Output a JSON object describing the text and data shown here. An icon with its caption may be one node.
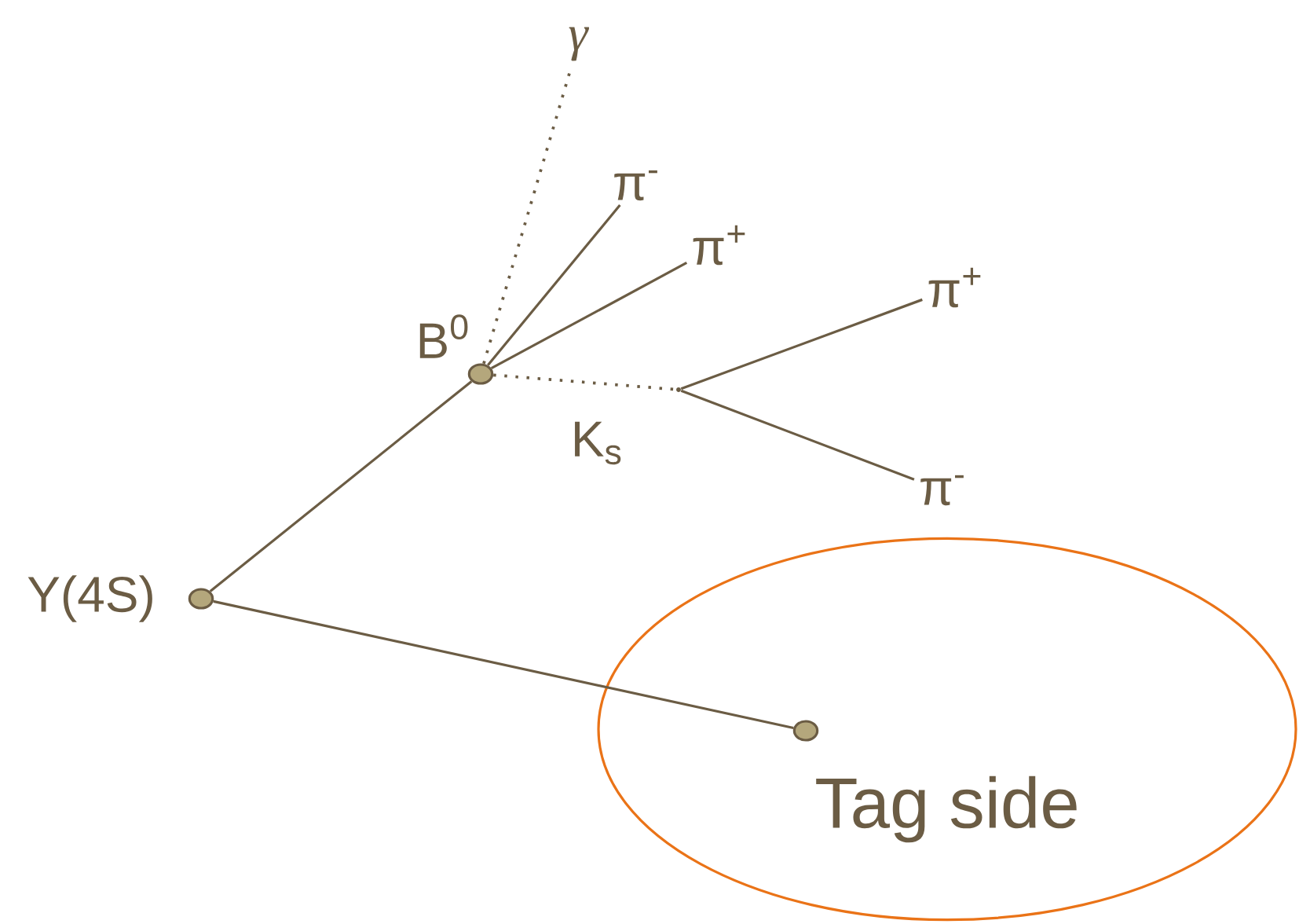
{
  "diagram": {
    "nodes": [
      {
        "text": [],
        "shape": "circle",
        "beside": [
          "Y(4S)"
        ]
      },
      {
        "text": [],
        "shape": "circle",
        "beside": [
          "B$^{0}$"
        ]
      },
      {
        "text": [
          "Tag side"
        ]
      },
      {
        "text": [],
        "shape": "circle",
        "in": 2
      },
      {
        "text": [],
        "shape": "point"
      },
      {
        "text": [
          "γ"
        ]
      },
      {
        "text": [
          "π$^{-}$"
        ]
      },
      {
        "text": [
          "π$^{+}$"
        ]
      },
      {
        "text": [
          "π$^{+}$"
        ]
      },
      {
        "text": [
          "π$^{-}$"
        ]
      }
    ],
    "edges": [
      {
        "from": 0,
        "to": 1,
        "arrow": "none"
      },
      {
        "from": 0,
        "to": 3,
        "arrow": "none"
      },
      {
        "from": 1,
        "to": 5,
        "arrow": "none",
        "style": "dashed"
      },
      {
        "from": 1,
        "to": 6,
        "arrow": "none"
      },
      {
        "from": 1,
        "to": 7,
        "arrow": "none"
      },
      {
        "from": 1,
        "to": 4,
        "arrow": "none",
        "style": "dashed",
        "label": "K$_{s}$"
      },
      {
        "from": 4,
        "to": 8,
        "arrow": "none"
      },
      {
        "from": 4,
        "to": 9,
        "arrow": "none"
      }
    ]
  }
}
